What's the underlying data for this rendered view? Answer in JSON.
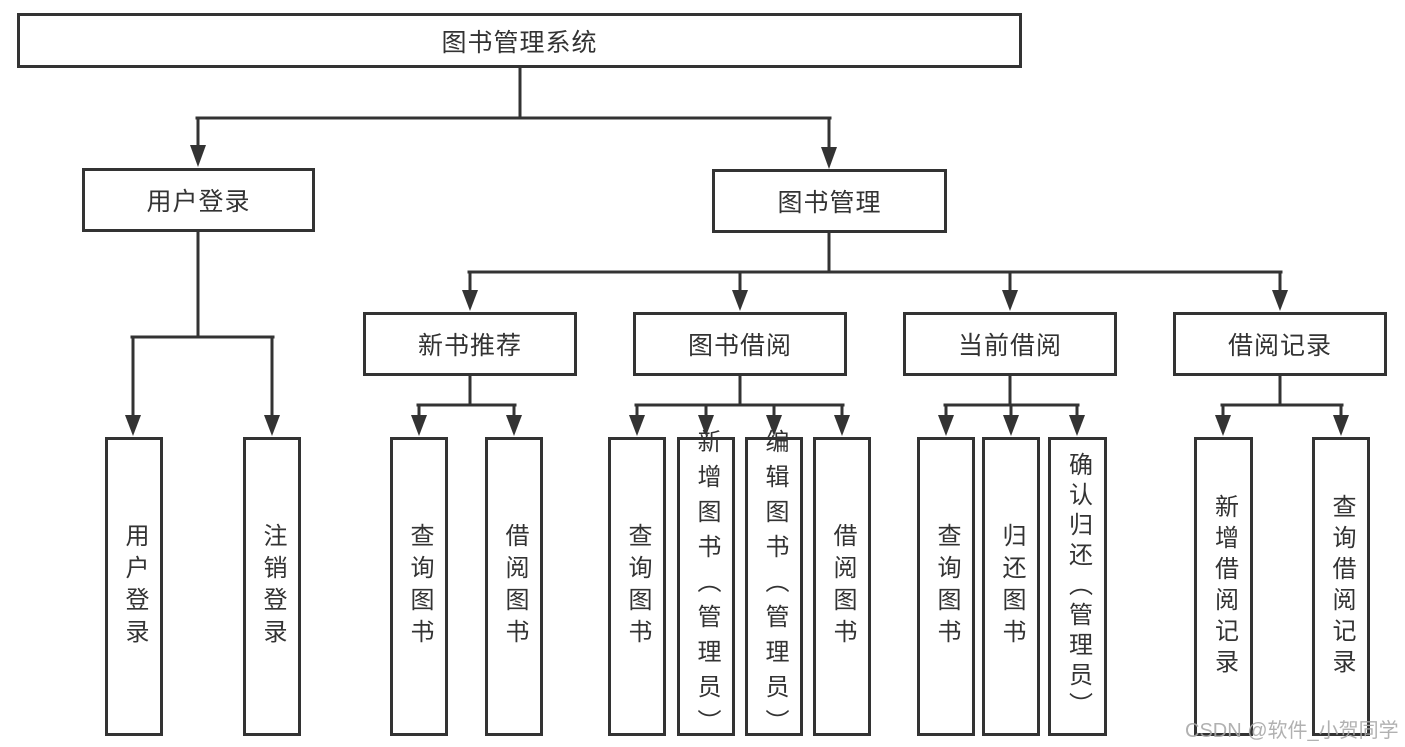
{
  "diagram": {
    "type": "tree",
    "title": "图书管理系统"
  },
  "structure": {
    "root": "图书管理系统",
    "branches": [
      {
        "label": "用户登录",
        "children": [
          "用户登录",
          "注销登录"
        ]
      },
      {
        "label": "图书管理",
        "children": [
          {
            "label": "新书推荐",
            "children": [
              "查询图书",
              "借阅图书"
            ]
          },
          {
            "label": "图书借阅",
            "children": [
              "查询图书",
              "新增图书（管理员）",
              "编辑图书（管理员）",
              "借阅图书"
            ]
          },
          {
            "label": "当前借阅",
            "children": [
              "查询图书",
              "归还图书",
              "确认归还（管理员）"
            ]
          },
          {
            "label": "借阅记录",
            "children": [
              "新增借阅记录",
              "查询借阅记录"
            ]
          }
        ]
      }
    ]
  },
  "colors": {
    "line": "#333333",
    "box_border": "#333333",
    "box_fill": "#ffffff",
    "text": "#333333",
    "background": "#ffffff",
    "watermark": "#a8a8a8"
  },
  "watermark": {
    "text": "CSDN @软件_小贺同学"
  }
}
